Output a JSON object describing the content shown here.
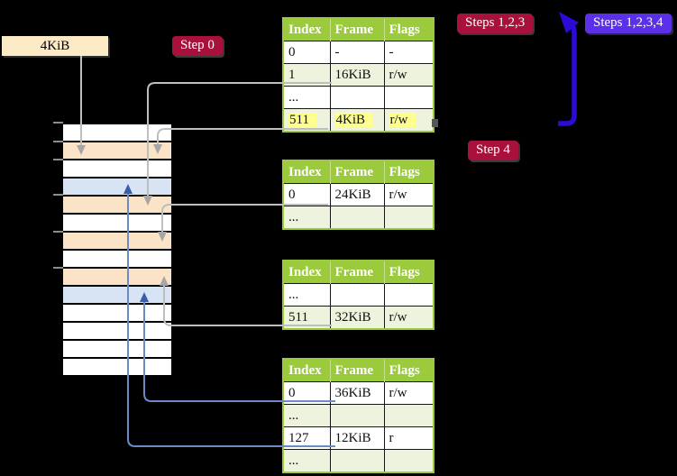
{
  "frame_label": {
    "text": "4KiB"
  },
  "badges": {
    "step0": {
      "label": "Step 0"
    },
    "steps123": {
      "label": "Steps 1,2,3"
    },
    "steps1234": {
      "label": "Steps 1,2,3,4"
    },
    "step4": {
      "label": "Step 4"
    }
  },
  "tables": [
    {
      "name": "page-table-top",
      "columns": [
        "Index",
        "Frame",
        "Flags"
      ],
      "rows": [
        {
          "cells": [
            "0",
            "-",
            "-"
          ]
        },
        {
          "cells": [
            "1",
            "16KiB",
            "r/w"
          ]
        },
        {
          "cells": [
            "...",
            "",
            ""
          ]
        },
        {
          "cells": [
            "511",
            "4KiB",
            "r/w"
          ],
          "highlighted": true
        }
      ]
    },
    {
      "name": "page-table-second",
      "columns": [
        "Index",
        "Frame",
        "Flags"
      ],
      "rows": [
        {
          "cells": [
            "0",
            "24KiB",
            "r/w"
          ]
        },
        {
          "cells": [
            "...",
            "",
            ""
          ]
        }
      ]
    },
    {
      "name": "page-table-third",
      "columns": [
        "Index",
        "Frame",
        "Flags"
      ],
      "rows": [
        {
          "cells": [
            "...",
            "",
            ""
          ]
        },
        {
          "cells": [
            "511",
            "32KiB",
            "r/w"
          ]
        }
      ]
    },
    {
      "name": "page-table-bottom",
      "columns": [
        "Index",
        "Frame",
        "Flags"
      ],
      "rows": [
        {
          "cells": [
            "0",
            "36KiB",
            "r/w"
          ]
        },
        {
          "cells": [
            "...",
            "",
            ""
          ]
        },
        {
          "cells": [
            "127",
            "12KiB",
            "r"
          ]
        },
        {
          "cells": [
            "...",
            "",
            ""
          ]
        }
      ]
    }
  ],
  "memory": {
    "rows": [
      "plain",
      "frame",
      "plain",
      "table",
      "frame",
      "plain",
      "frame",
      "plain",
      "frame",
      "table",
      "plain",
      "plain",
      "plain",
      "plain"
    ]
  },
  "connectors": [
    {
      "from": "4KiB-label",
      "to": "memory-row-2"
    },
    {
      "from": "page-table-top-row-511",
      "to": "memory-row-2"
    },
    {
      "from": "page-table-top-row-1",
      "to": "memory-row-5"
    },
    {
      "from": "page-table-second-row-0",
      "to": "memory-row-7"
    },
    {
      "from": "page-table-third-row-511",
      "to": "memory-row-9"
    },
    {
      "from": "page-table-bottom-row-0",
      "to": "memory-row-10"
    },
    {
      "from": "page-table-bottom-row-127",
      "to": "memory-row-4"
    },
    {
      "from": "page-table-top-row-511",
      "to": "page-table-top",
      "style": "thick-blue-loop"
    }
  ],
  "colors": {
    "background": "#000000",
    "badge_crimson": "#A8113B",
    "badge_violet": "#5A31E8",
    "table_header_green": "#9BCA3C",
    "table_row_green": "#EEF3DE",
    "highlight_yellow": "#FEFF8E",
    "frame_label_bg": "#FBEAC3",
    "memory_frame_peach": "#FBE3C8",
    "memory_table_blue": "#D8E3F4",
    "connector_gray": "#BEBEBE",
    "connector_gray_head": "#A6A6A6",
    "connector_blue": "#6C8BC6",
    "connector_blue_head": "#3A5DA8",
    "loop_arrow_blue": "#2B0BD5"
  }
}
